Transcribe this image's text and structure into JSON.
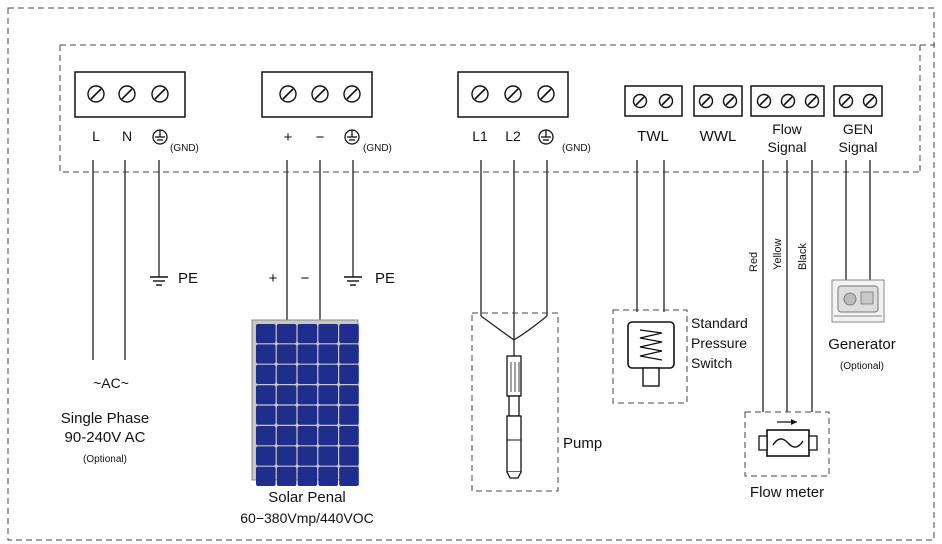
{
  "ac_block": {
    "terminals": [
      "L",
      "N"
    ],
    "gnd_note": "(GND)",
    "pe_label": "PE",
    "ac_label": "~AC~",
    "title": "Single Phase",
    "voltage": "90-240V AC",
    "optional": "(Optional)"
  },
  "solar_block": {
    "terminals": [
      "+",
      "−"
    ],
    "gnd_note": "(GND)",
    "plus": "+",
    "minus": "−",
    "pe_label": "PE",
    "title": "Solar Penal",
    "spec": "60−380Vmp/440VOC"
  },
  "pump_block": {
    "terminals": [
      "L1",
      "L2"
    ],
    "gnd_note": "(GND)",
    "pump_label": "Pump"
  },
  "twl": {
    "label": "TWL",
    "switch_label": [
      "Standard",
      "Pressure",
      "Switch"
    ]
  },
  "wwl": {
    "label": "WWL"
  },
  "flow": {
    "label": [
      "Flow",
      "Signal"
    ],
    "wires": [
      "Red",
      "Yellow",
      "Black"
    ],
    "meter_label": "Flow meter"
  },
  "gen": {
    "label": [
      "GEN",
      "Signal"
    ],
    "name": "Generator",
    "optional": "(Optional)"
  },
  "colors": {
    "solar_cell": "#1f2d8c",
    "solar_frame": "#c8c8c8"
  }
}
